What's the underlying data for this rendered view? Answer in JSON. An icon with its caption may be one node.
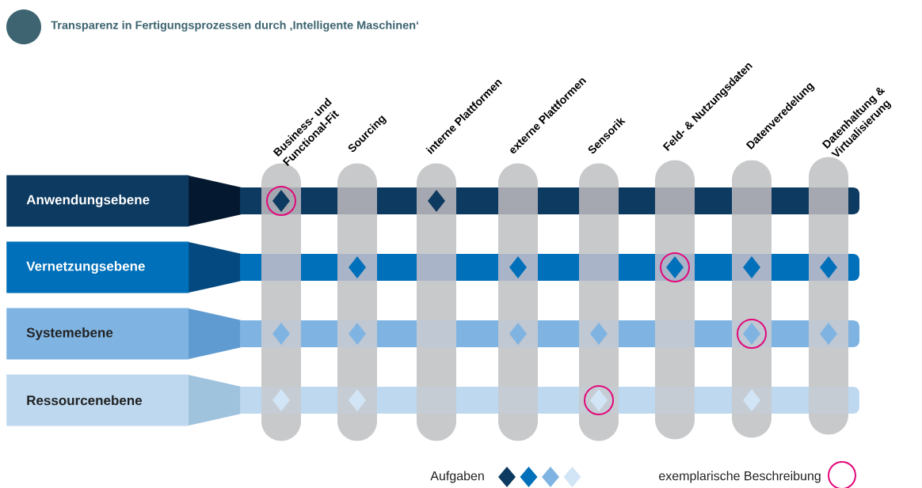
{
  "diagram": {
    "title": "Transparenz in Fertigungsprozessen durch ‚Intelligente Maschinen‘",
    "nodes": [
      {
        "text": [
          "Anwendungsebene"
        ]
      },
      {
        "text": [
          "Vernetzungsebene"
        ]
      },
      {
        "text": [
          "Systemebene"
        ]
      },
      {
        "text": [
          "Ressourcenebene"
        ]
      },
      {
        "text": [
          "Business- und Functional-Fit"
        ]
      },
      {
        "text": [
          "Sourcing"
        ]
      },
      {
        "text": [
          "interne Plattformen"
        ]
      },
      {
        "text": [
          "externe Plattformen"
        ]
      },
      {
        "text": [
          "Sensorik"
        ]
      },
      {
        "text": [
          "Feld- & Nutzungsdaten"
        ]
      },
      {
        "text": [
          "Datenveredelung"
        ]
      },
      {
        "text": [
          "Datenhaltung & Virtualisierung"
        ]
      }
    ],
    "legend": [
      {
        "text": "Aufgaben"
      },
      {
        "text": "exemplarische Beschreibung"
      }
    ]
  }
}
